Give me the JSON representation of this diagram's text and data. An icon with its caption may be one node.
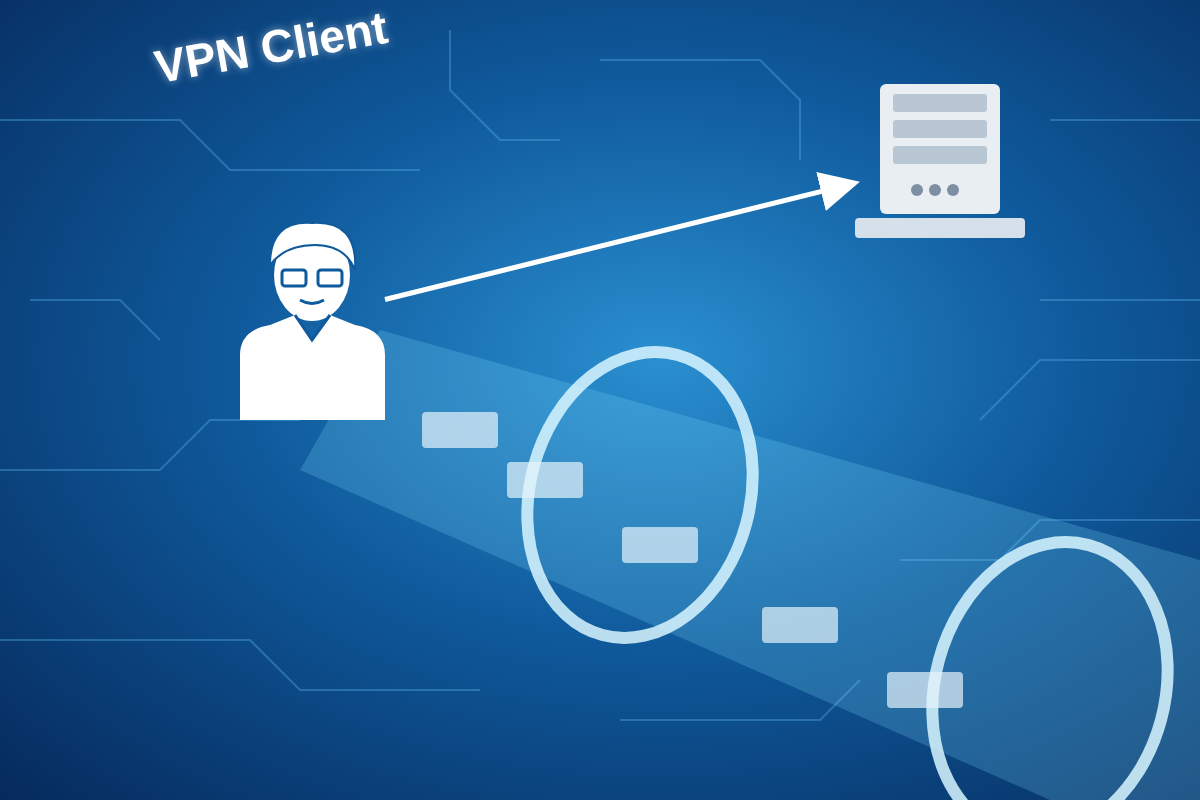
{
  "diagram": {
    "nodes": [
      {
        "text": [],
        "shape": "person"
      },
      {
        "text": [],
        "shape": "picture"
      }
    ],
    "edges": [
      {
        "from": 0,
        "to": 1,
        "arrow": "to"
      }
    ],
    "labels": [
      "VPN Client"
    ]
  }
}
